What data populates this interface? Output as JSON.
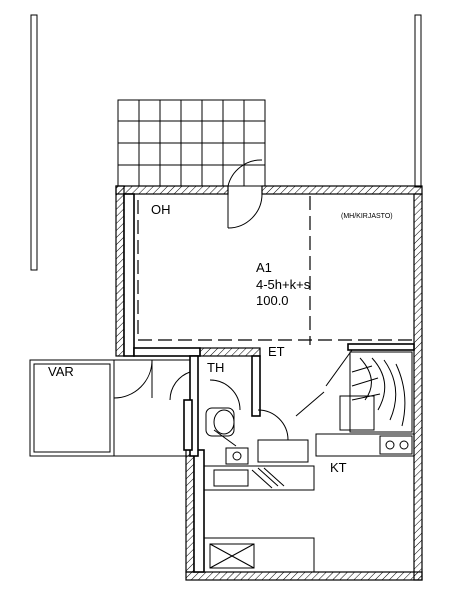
{
  "plan": {
    "rooms": {
      "oh": "OH",
      "mh_kirjasto": "(MH/KIRJASTO)",
      "var": "VAR",
      "th": "TH",
      "et": "ET",
      "kt": "KT"
    },
    "apartment": {
      "id": "A1",
      "layout": "4-5h+k+s",
      "area": "100.0"
    }
  }
}
